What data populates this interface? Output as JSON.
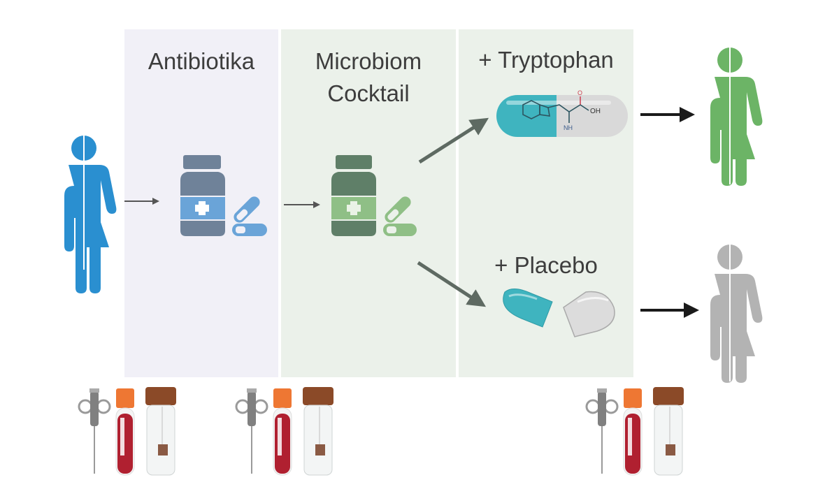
{
  "stages": [
    {
      "label": "Antibiotika"
    },
    {
      "label": "Microbiom",
      "label2": "Cocktail"
    },
    {
      "label": "+ Tryptophan"
    }
  ],
  "branches": {
    "tryptophan": "+ Tryptophan",
    "placebo": "+ Placebo"
  },
  "molecule": {
    "oh": "OH",
    "nh": "NH",
    "o": "O"
  },
  "colors": {
    "person_start": "#2a8fd0",
    "person_tryptophan": "#6cb466",
    "person_placebo": "#b3b3b3",
    "bottle_antibiotic": "#7a8fa6",
    "bottle_microbiome": "#6b8a74",
    "capsule_teal": "#3fb4bf"
  }
}
